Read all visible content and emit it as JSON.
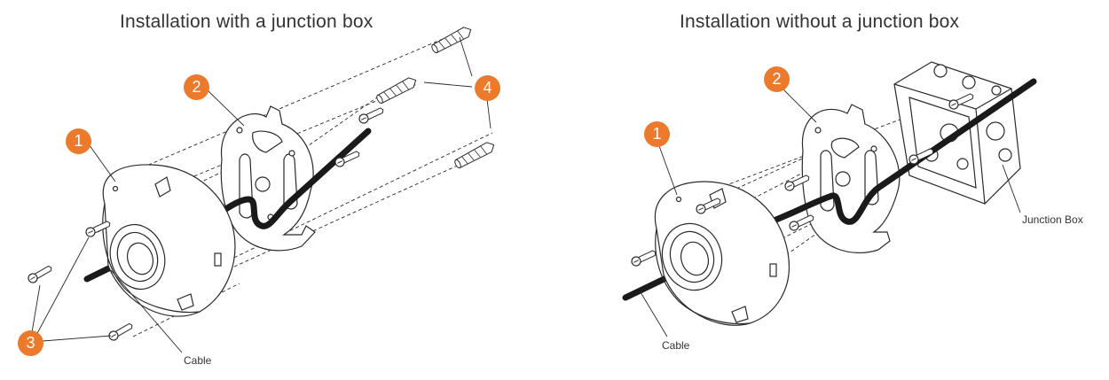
{
  "titles": {
    "left": "Installation with a junction box",
    "right": "Installation without a junction box"
  },
  "labels": {
    "cable_left": "Cable",
    "cable_right": "Cable",
    "junction_box": "Junction Box"
  },
  "callouts": {
    "left_mount": "1",
    "left_plate": "2",
    "left_screws": "3",
    "left_anchors": "4",
    "right_mount": "1",
    "right_plate": "2"
  },
  "colors": {
    "accent": "#ec7a2c",
    "line": "#2a2a2a"
  }
}
